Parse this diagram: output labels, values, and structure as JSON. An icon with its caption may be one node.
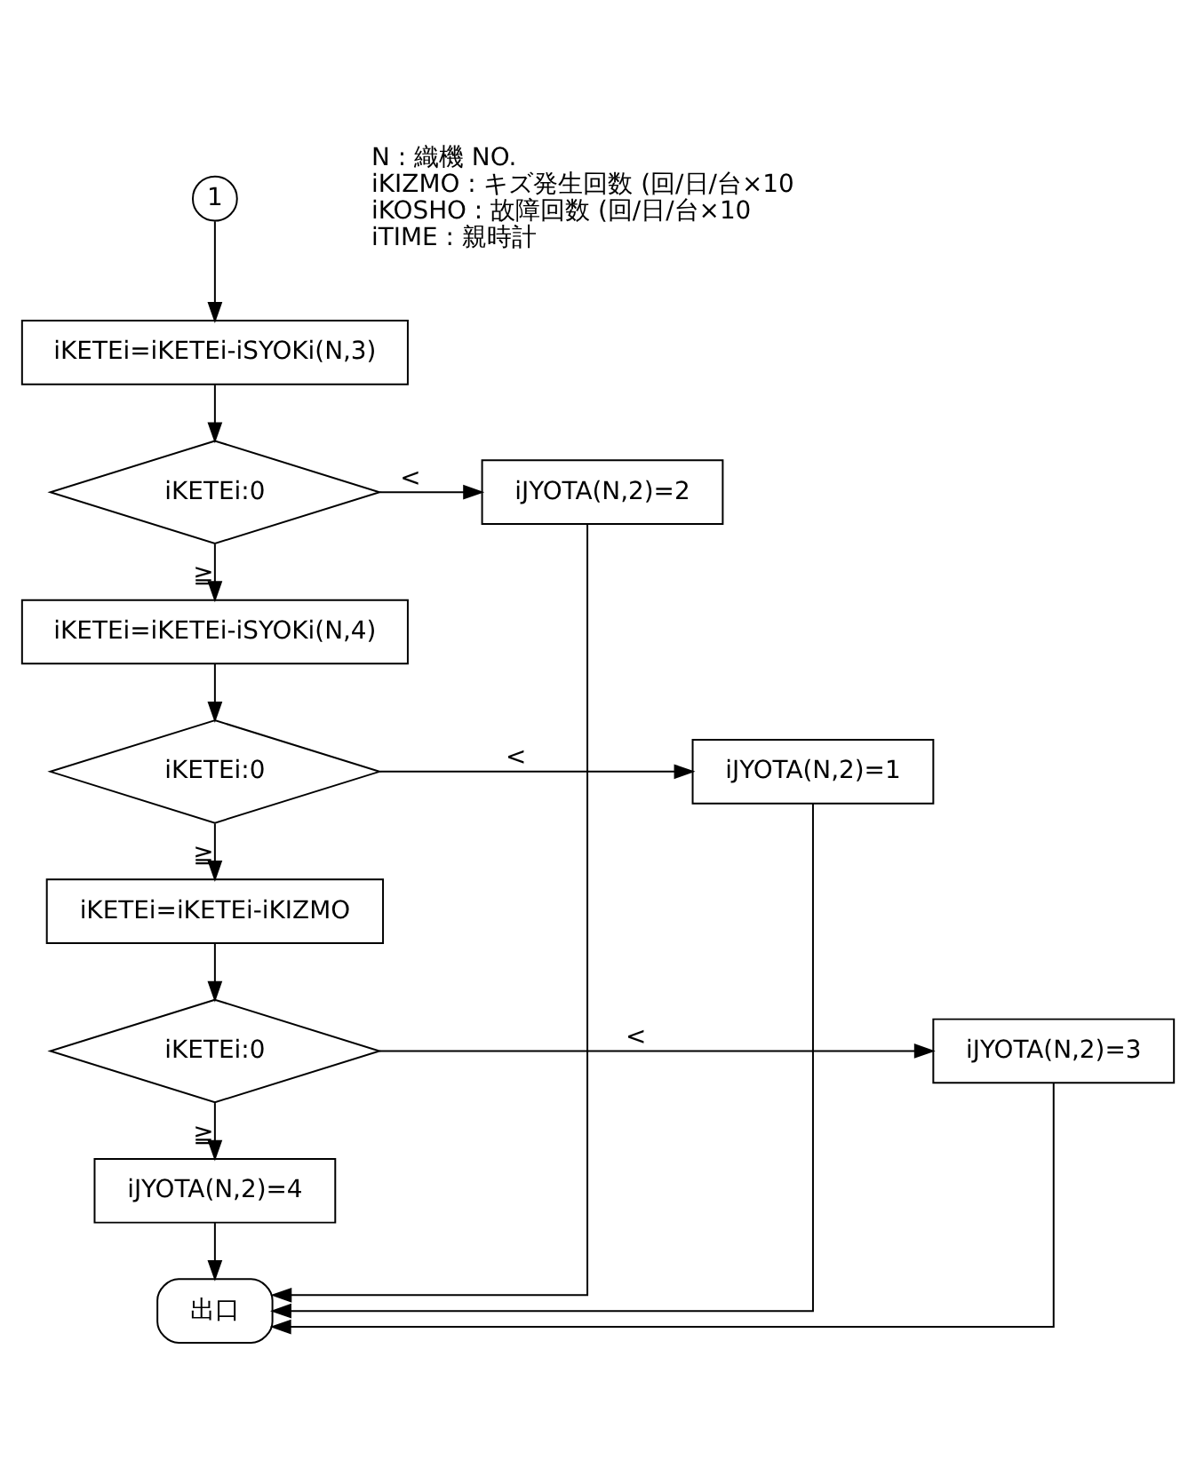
{
  "diagram": {
    "nodes": [
      {
        "text": [
          "1"
        ]
      },
      {
        "text": [
          "iKETEi=iKETEi-iSYOKi(N,3)"
        ]
      },
      {
        "text": [
          "iKETEi:0"
        ]
      },
      {
        "text": [
          "iJYOTA(N,2)=2"
        ]
      },
      {
        "text": [
          "iKETEi=iKETEi-iSYOKi(N,4)"
        ]
      },
      {
        "text": [
          "iKETEi:0"
        ]
      },
      {
        "text": [
          "iJYOTA(N,2)=1"
        ]
      },
      {
        "text": [
          "iKETEi=iKETEi-iKIZMO"
        ]
      },
      {
        "text": [
          "iKETEi:0"
        ]
      },
      {
        "text": [
          "iJYOTA(N,2)=3"
        ]
      },
      {
        "text": [
          "iJYOTA(N,2)=4"
        ]
      },
      {
        "text": [
          "出口"
        ]
      }
    ],
    "edges": [
      {
        "from": 0,
        "to": 1,
        "arrow": "to"
      },
      {
        "from": 1,
        "to": 2,
        "arrow": "to"
      },
      {
        "from": 2,
        "to": 3,
        "label": "<",
        "arrow": "to"
      },
      {
        "from": 2,
        "to": 4,
        "label": "≧",
        "arrow": "to"
      },
      {
        "from": 4,
        "to": 5,
        "arrow": "to"
      },
      {
        "from": 5,
        "to": 6,
        "label": "<",
        "arrow": "to"
      },
      {
        "from": 5,
        "to": 7,
        "label": "≧",
        "arrow": "to"
      },
      {
        "from": 7,
        "to": 8,
        "arrow": "to"
      },
      {
        "from": 8,
        "to": 9,
        "label": "<",
        "arrow": "to"
      },
      {
        "from": 8,
        "to": 10,
        "label": "≧",
        "arrow": "to"
      },
      {
        "from": 10,
        "to": 11,
        "arrow": "to"
      },
      {
        "from": 3,
        "to": 11,
        "arrow": "to"
      },
      {
        "from": 6,
        "to": 11,
        "arrow": "to"
      },
      {
        "from": 9,
        "to": 11,
        "arrow": "to"
      }
    ],
    "labels": [
      "N : 織機 NO.",
      "iKIZMO : キズ発生回数 (回/日/台×10",
      "iKOSHO : 故障回数 (回/日/台×10",
      "iTIME : 親時計"
    ]
  }
}
